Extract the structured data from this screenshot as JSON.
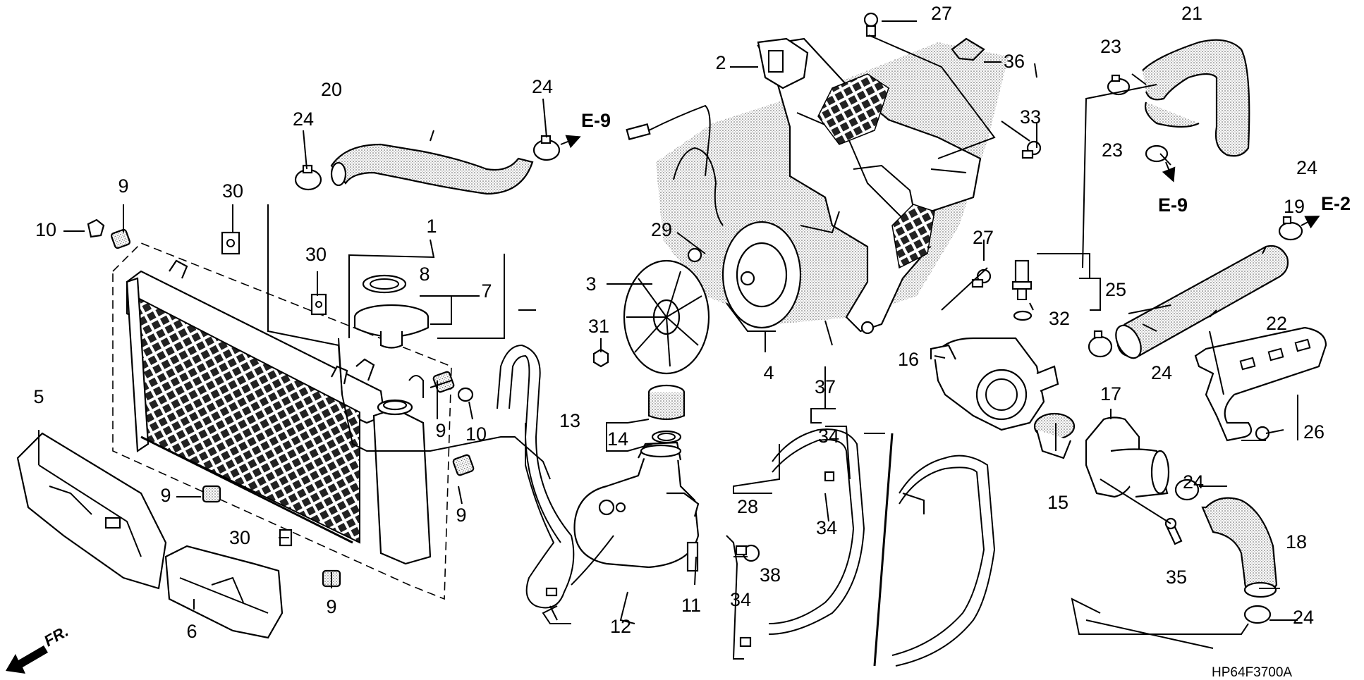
{
  "diagram": {
    "code": "HP64F3700A",
    "front_marker": "FR.",
    "refs": [
      "E-9",
      "E-9",
      "E-2"
    ],
    "callouts": [
      "1",
      "2",
      "3",
      "4",
      "5",
      "6",
      "7",
      "8",
      "9",
      "9",
      "9",
      "9",
      "9",
      "10",
      "10",
      "11",
      "12",
      "13",
      "14",
      "15",
      "16",
      "17",
      "18",
      "19",
      "20",
      "21",
      "22",
      "23",
      "23",
      "24",
      "24",
      "24",
      "24",
      "24",
      "24",
      "25",
      "26",
      "27",
      "27",
      "28",
      "29",
      "30",
      "30",
      "30",
      "31",
      "32",
      "33",
      "34",
      "34",
      "34",
      "35",
      "36",
      "37",
      "38"
    ]
  }
}
